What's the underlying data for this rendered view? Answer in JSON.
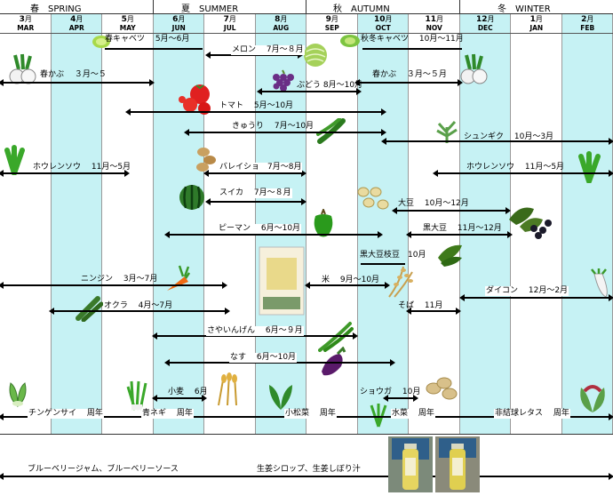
{
  "seasons": {
    "spring": "春　SPRING",
    "summer": "夏　SUMMER",
    "autumn": "秋　AUTUMN",
    "winter": "冬　WINTER"
  },
  "months": [
    {
      "num": "3",
      "unit": "月",
      "name": "MAR"
    },
    {
      "num": "4",
      "unit": "月",
      "name": "APR"
    },
    {
      "num": "5",
      "unit": "月",
      "name": "MAY"
    },
    {
      "num": "6",
      "unit": "月",
      "name": "JUN"
    },
    {
      "num": "7",
      "unit": "月",
      "name": "JUL"
    },
    {
      "num": "8",
      "unit": "月",
      "name": "AUG"
    },
    {
      "num": "9",
      "unit": "月",
      "name": "SEP"
    },
    {
      "num": "10",
      "unit": "月",
      "name": "OCT"
    },
    {
      "num": "11",
      "unit": "月",
      "name": "NOV"
    },
    {
      "num": "12",
      "unit": "月",
      "name": "DEC"
    },
    {
      "num": "1",
      "unit": "月",
      "name": "JAN"
    },
    {
      "num": "2",
      "unit": "月",
      "name": "FEB"
    }
  ],
  "crops": {
    "haru_kyabetsu": "春キャベツ　 5月～6月",
    "aki_kyabetsu": "秋冬キャベツ　 10月～11月",
    "melon": "メロン　 7月～８月",
    "haru_kabu_1": "春かぶ　 ３月～５",
    "haru_kabu_2": "春かぶ　 ３月～５月",
    "budou": "ぶどう 8月～10月",
    "tomato": "トマト　 5月～10月",
    "kyuuri": "きゅうり　 7月～10月",
    "shungiku": "シュンギク　 10月～3月",
    "hourensou_1": "ホウレンソウ　 11月～5月",
    "hourensou_2": "ホウレンソウ　 11月～5月",
    "bareisho": "バレイショ　7月～8月",
    "suika": "スイカ　 7月～８月",
    "daizu": "大豆　 10月～12月",
    "kuro_daizu": "黒大豆　 11月～12月",
    "piman": "ピーマン　 6月～10月",
    "kuro_edamame": "黒大豆枝豆　10月",
    "ninjin": "ニンジン　 3月～7月",
    "kome": "米　 9月～10月",
    "daikon": "ダイコン　 12月～2月",
    "okura": "オクラ　 4月～7月",
    "soba": "そば　 11月",
    "sayaingen": "さやいんげん　 6月～９月",
    "nasu": "なす　 6月～10月",
    "komugi": "小麦　 6月",
    "shouga": "ショウガ　 10月",
    "chingensai": "チンゲンサイ　 周年",
    "aonegi": "青ネギ　 周年",
    "komatsuna": "小松菜　 周年",
    "mizuna": "水菜　 周年",
    "lettuce": "非結球レタス　 周年",
    "blueberry": "ブルーベリージャム、ブルーベリーソース",
    "ginger": "生姜シロップ、生姜しぼり汁"
  },
  "colors": {
    "tint": "#c6f2f4",
    "grid": "#9a9a9a"
  }
}
